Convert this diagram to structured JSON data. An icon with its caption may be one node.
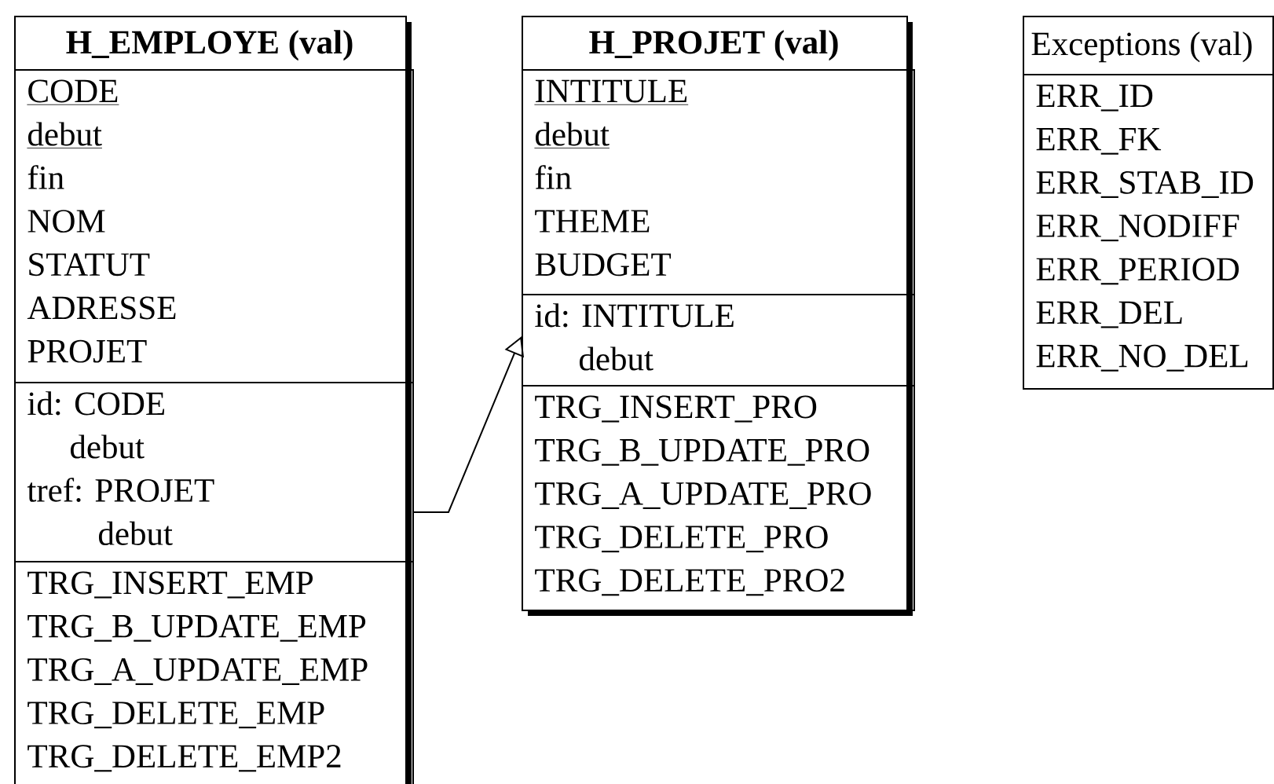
{
  "diagram": {
    "nodes": [
      {
        "text": [
          "H_EMPLOYE (val)"
        ]
      },
      {
        "text": [
          "CODE",
          "debut",
          "fin",
          "NOM",
          "STATUT",
          "ADRESSE",
          "PROJET"
        ],
        "in": 0
      },
      {
        "text": [
          "id: CODE",
          "debut",
          "tref: PROJET",
          "debut"
        ],
        "in": 0
      },
      {
        "text": [
          "TRG_INSERT_EMP",
          "TRG_B_UPDATE_EMP",
          "TRG_A_UPDATE_EMP",
          "TRG_DELETE_EMP",
          "TRG_DELETE_EMP2"
        ],
        "in": 0
      },
      {
        "text": [
          "H_PROJET (val)"
        ]
      },
      {
        "text": [
          "INTITULE",
          "debut",
          "fin",
          "THEME",
          "BUDGET"
        ],
        "in": 4
      },
      {
        "text": [
          "id: INTITULE",
          "debut"
        ],
        "in": 4
      },
      {
        "text": [
          "TRG_INSERT_PRO",
          "TRG_B_UPDATE_PRO",
          "TRG_A_UPDATE_PRO",
          "TRG_DELETE_PRO",
          "TRG_DELETE_PRO2"
        ],
        "in": 4
      },
      {
        "text": [
          "Exceptions (val)"
        ]
      },
      {
        "text": [
          "ERR_ID",
          "ERR_FK",
          "ERR_STAB_ID",
          "ERR_NODIFF",
          "ERR_PERIOD",
          "ERR_DEL",
          "ERR_NO_DEL"
        ],
        "in": 8
      }
    ],
    "edges": [
      {
        "from": 2,
        "to": 6,
        "arrow": "to"
      }
    ]
  }
}
